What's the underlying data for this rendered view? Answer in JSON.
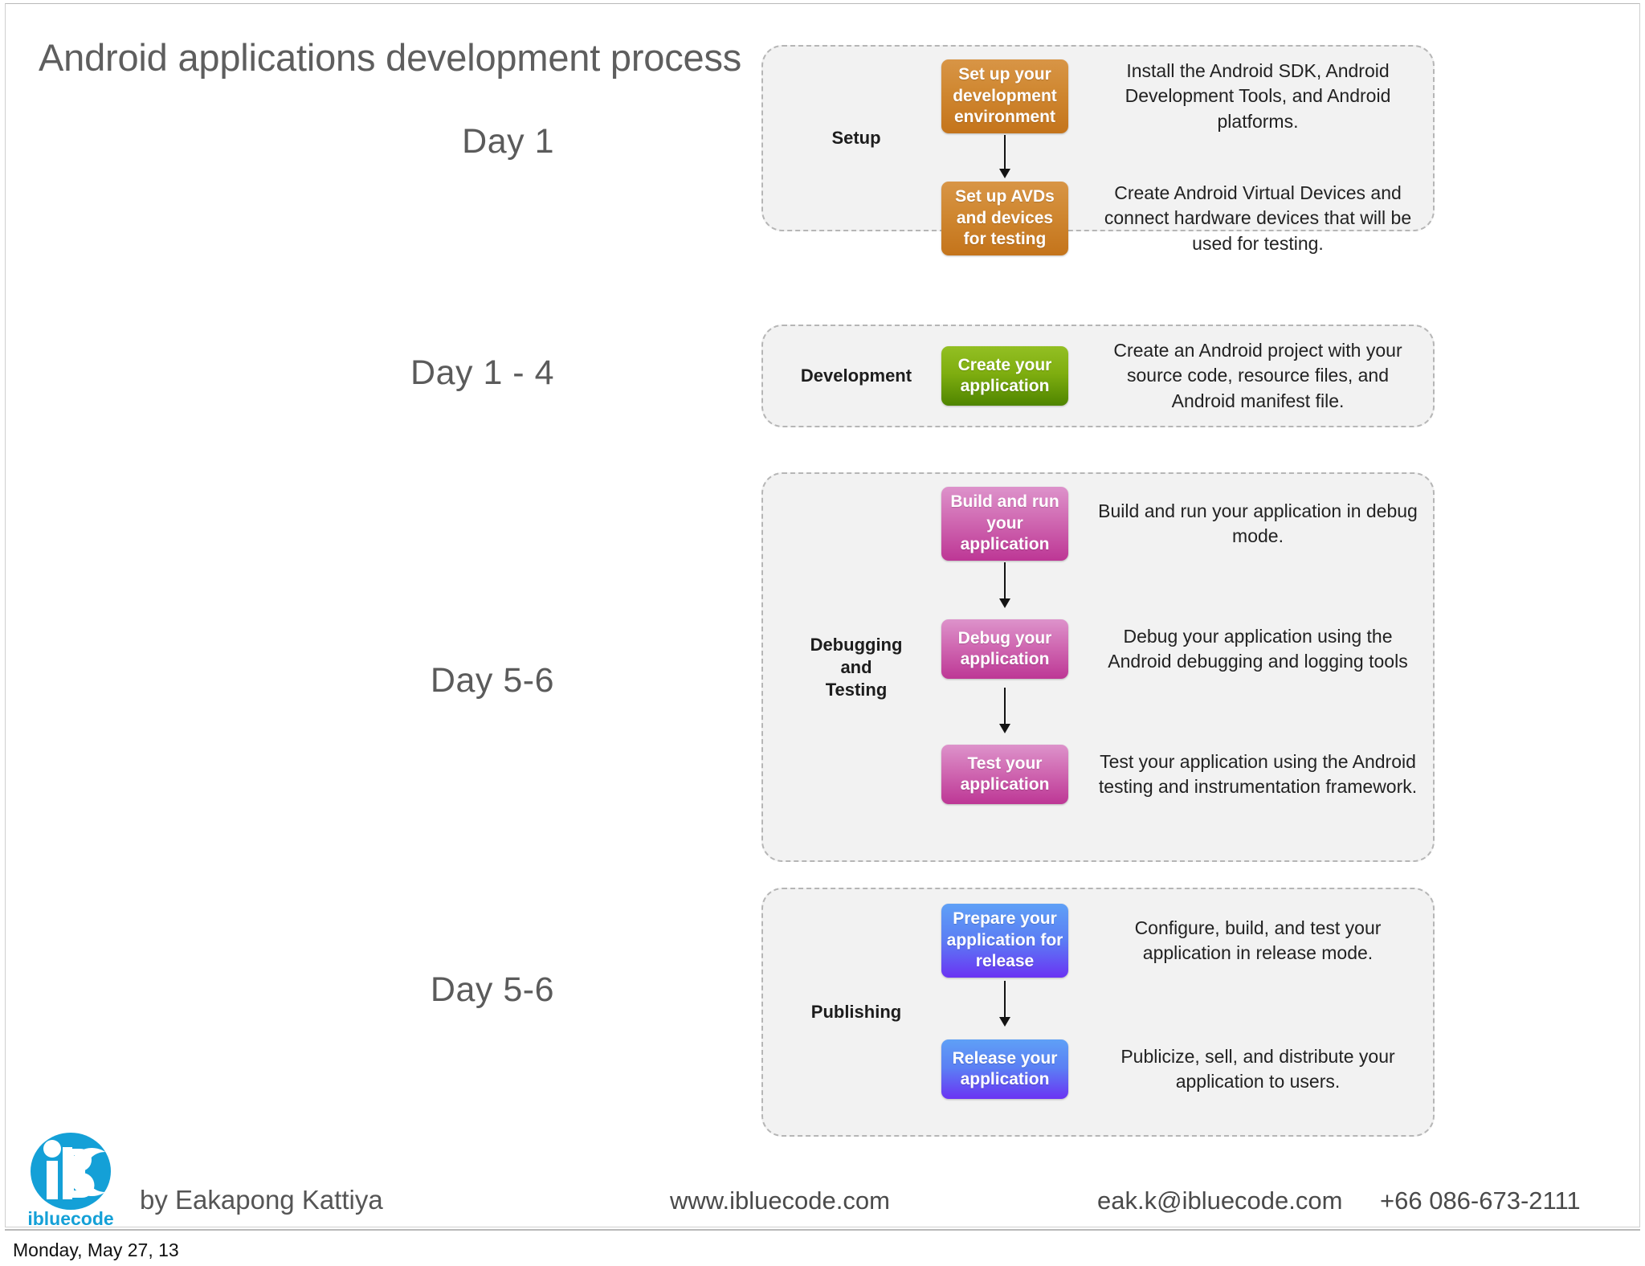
{
  "slide": {
    "title": "Android applications development process",
    "date_stamp": "Monday, May 27, 13"
  },
  "timeline": {
    "setup": "Day 1",
    "development": "Day 1 - 4",
    "debugging": "Day 5-6",
    "publishing": "Day 5-6"
  },
  "colors": {
    "setup": "#d08832",
    "development": "#7fae10",
    "debugging": "#d069b2",
    "publishing": "#5b7ff4",
    "panel_bg": "#f2f2f2",
    "panel_border": "#b6b6b6",
    "title": "#5e5e5e",
    "logo": "#14a0d7"
  },
  "phases": [
    {
      "name": "Setup",
      "steps": [
        {
          "label": "Set up your development environment",
          "desc": "Install the Android SDK, Android Development Tools, and Android platforms."
        },
        {
          "label": "Set up AVDs and devices for testing",
          "desc": "Create Android Virtual Devices and connect hardware devices that will be used for testing."
        }
      ]
    },
    {
      "name": "Development",
      "steps": [
        {
          "label": "Create your application",
          "desc": "Create an Android project with your source code, resource files, and Android manifest file."
        }
      ]
    },
    {
      "name": "Debugging and Testing",
      "name_lines": [
        "Debugging",
        "and",
        "Testing"
      ],
      "steps": [
        {
          "label": "Build and run your application",
          "desc": "Build and run your application in debug mode."
        },
        {
          "label": "Debug your application",
          "desc": "Debug your application using the Android debugging and logging tools"
        },
        {
          "label": "Test your application",
          "desc": "Test your application using the Android testing and instrumentation framework."
        }
      ]
    },
    {
      "name": "Publishing",
      "steps": [
        {
          "label": "Prepare your application for release",
          "desc": "Configure, build, and test your application in release mode."
        },
        {
          "label": "Release your application",
          "desc": "Publicize, sell, and distribute your application to users."
        }
      ]
    }
  ],
  "footer": {
    "logo_text": "ibluecode",
    "byline": "by Eakapong Kattiya",
    "website": "www.ibluecode.com",
    "email": "eak.k@ibluecode.com",
    "phone": "+66 086-673-2111"
  }
}
